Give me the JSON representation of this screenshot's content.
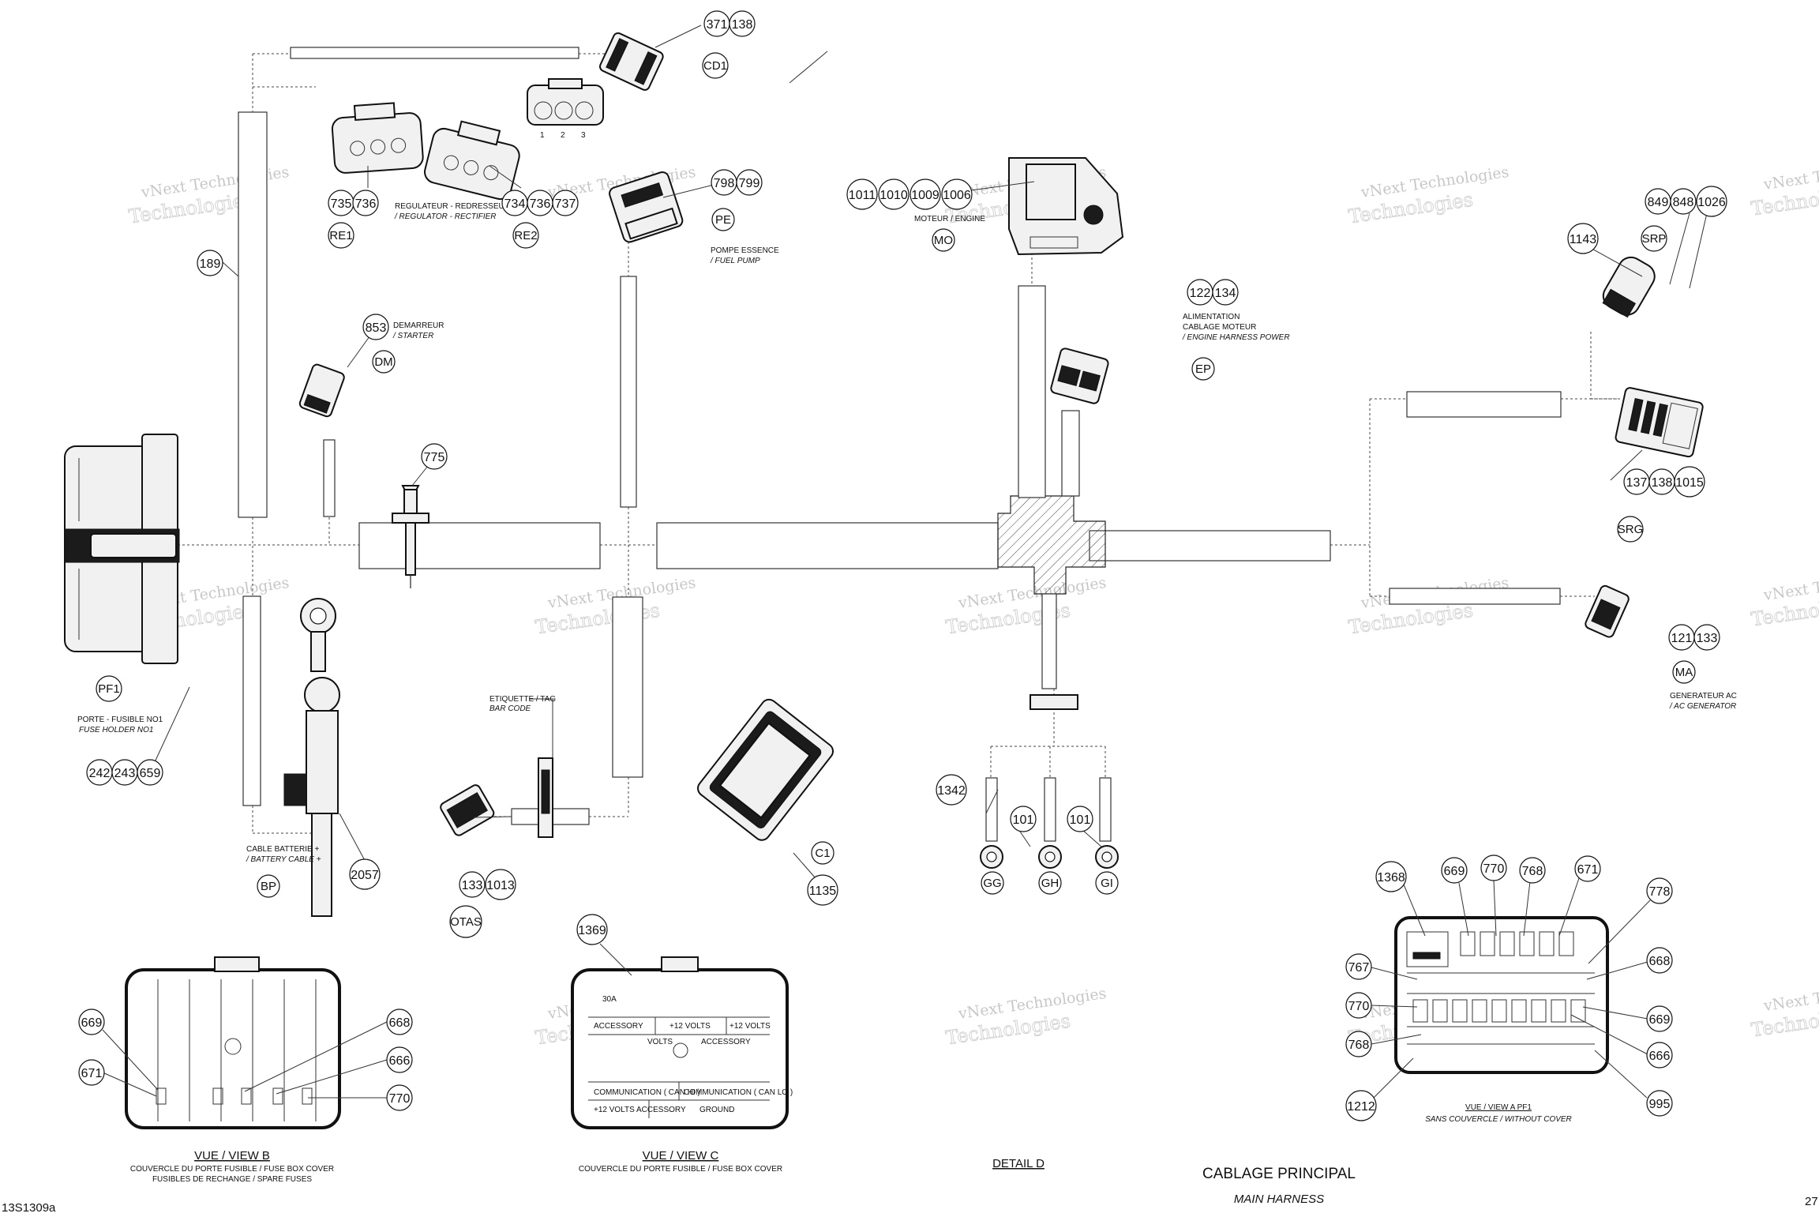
{
  "title": "CABLAGE PRINCIPAL",
  "subtitle": "MAIN HARNESS",
  "drawing_id": "13S1309a",
  "page_number": "27",
  "watermark": {
    "line1": "vNext Technologies",
    "line2": "Technologies"
  },
  "labels": {
    "regulator": "REGULATEUR -  REDRESSEUR",
    "regulator_en": "/ REGULATOR -  RECTIFIER",
    "fuel_pump": "POMPE ESSENCE",
    "fuel_pump_en": "/ FUEL PUMP",
    "engine": "MOTEUR / ENGINE",
    "starter": "DEMARREUR",
    "starter_en": "/ STARTER",
    "engine_power_1": "ALIMENTATION",
    "engine_power_2": "CABLAGE MOTEUR",
    "engine_power_en": "/ ENGINE HARNESS POWER",
    "fuse_holder": "PORTE -  FUSIBLE NO1",
    "fuse_holder_en": "FUSE HOLDER NO1",
    "battery_cable": "CABLE BATTERIE  +",
    "battery_cable_en": "/ BATTERY CABLE  +",
    "tag": "ETIQUETTE / TAG",
    "tag_en": "BAR CODE",
    "ac_gen": "GENERATEUR AC",
    "ac_gen_en": "/ AC GENERATOR",
    "pin1": "1",
    "pin2": "2",
    "pin3": "3"
  },
  "codes": {
    "cd1": "CD1",
    "re1": "RE1",
    "re2": "RE2",
    "pe": "PE",
    "mo": "MO",
    "dm": "DM",
    "ep": "EP",
    "srp": "SRP",
    "srg": "SRG",
    "pf1": "PF1",
    "bp": "BP",
    "otas": "OTAS",
    "c1": "C1",
    "ma": "MA",
    "gg": "GG",
    "gh": "GH",
    "gi": "GI"
  },
  "refs": {
    "r371": "371",
    "r138a": "138",
    "r735": "735",
    "r736a": "736",
    "r734": "734",
    "r736b": "736",
    "r737": "737",
    "r798": "798",
    "r799": "799",
    "r1011": "1011",
    "r1010": "1010",
    "r1009": "1009",
    "r1006": "1006",
    "r189": "189",
    "r853": "853",
    "r775": "775",
    "r122": "122",
    "r134": "134",
    "r849": "849",
    "r848": "848",
    "r1026": "1026",
    "r1143": "1143",
    "r137": "137",
    "r138b": "138",
    "r1015": "1015",
    "r242": "242",
    "r243": "243",
    "r659": "659",
    "r2057": "2057",
    "r133a": "133",
    "r1013": "1013",
    "r1135": "1135",
    "r1342": "1342",
    "r101a": "101",
    "r101b": "101",
    "r121": "121",
    "r133b": "133",
    "r1369": "1369",
    "vb669": "669",
    "vb671": "671",
    "vb668": "668",
    "vb666": "666",
    "vb770": "770",
    "va1368": "1368",
    "va669a": "669",
    "va770a": "770",
    "va768a": "768",
    "va671": "671",
    "va778": "778",
    "va767": "767",
    "va668": "668",
    "va770b": "770",
    "va669b": "669",
    "va768b": "768",
    "va666": "666",
    "va1212": "1212",
    "va995": "995"
  },
  "views": {
    "view_b": "VUE / VIEW B",
    "view_b_1": "COUVERCLE DU PORTE FUSIBLE / FUSE BOX COVER",
    "view_b_2": "FUSIBLES DE RECHANGE / SPARE FUSES",
    "view_c": "VUE / VIEW C",
    "view_c_1": "COUVERCLE DU PORTE FUSIBLE / FUSE BOX COVER",
    "detail_d": "DETAIL D",
    "view_a": "VUE / VIEW A     PF1",
    "view_a_1": "SANS COUVERCLE / WITHOUT COVER"
  },
  "cover_c": {
    "a30": "30A",
    "accessory": "ACCESSORY",
    "plus12": "+12 VOLTS",
    "volts": "VOLTS",
    "acc2": "ACCESSORY",
    "can_hi": "COMMUNICATION ( CAN HI )",
    "can_lo": "COMMUNICATION ( CAN LO )",
    "acc3": "+12 VOLTS ACCESSORY",
    "ground": "GROUND"
  }
}
